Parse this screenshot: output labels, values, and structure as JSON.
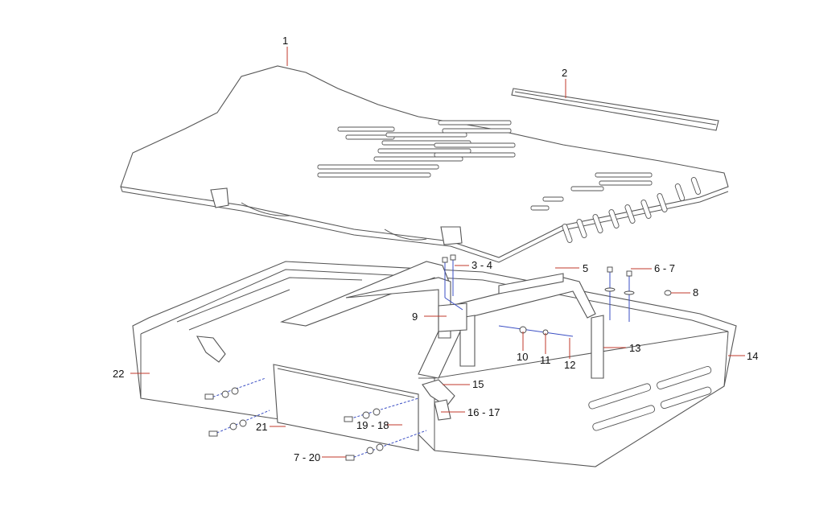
{
  "diagram": {
    "callouts": {
      "c1": "1",
      "c2": "2",
      "c3_4": "3 - 4",
      "c5": "5",
      "c6_7": "6 - 7",
      "c8": "8",
      "c9": "9",
      "c10": "10",
      "c11": "11",
      "c12": "12",
      "c13": "13",
      "c14": "14",
      "c15": "15",
      "c16_17": "16 - 17",
      "c18_19": "19 - 18",
      "c7_20": "7 - 20",
      "c21": "21",
      "c22": "22"
    },
    "colors": {
      "leader": "#c0392b",
      "hardware": "#3b4fc4",
      "outline": "#555555"
    }
  }
}
